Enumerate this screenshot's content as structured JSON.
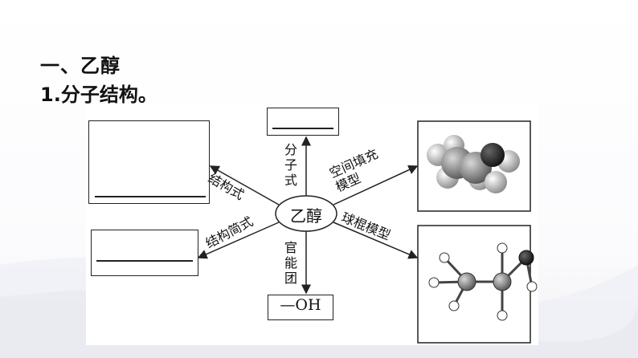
{
  "heading": "一、乙醇",
  "subheading": "1.分子结构。",
  "diagram": {
    "center": "乙醇",
    "labels": {
      "structural_formula": "结构式",
      "molecular_formula": "分子式",
      "space_filling_model": "空间填充模型",
      "condensed_formula": "结构简式",
      "functional_group": "官能团",
      "ball_stick_model": "球棍模型"
    },
    "functional_group_value": "—OH"
  }
}
